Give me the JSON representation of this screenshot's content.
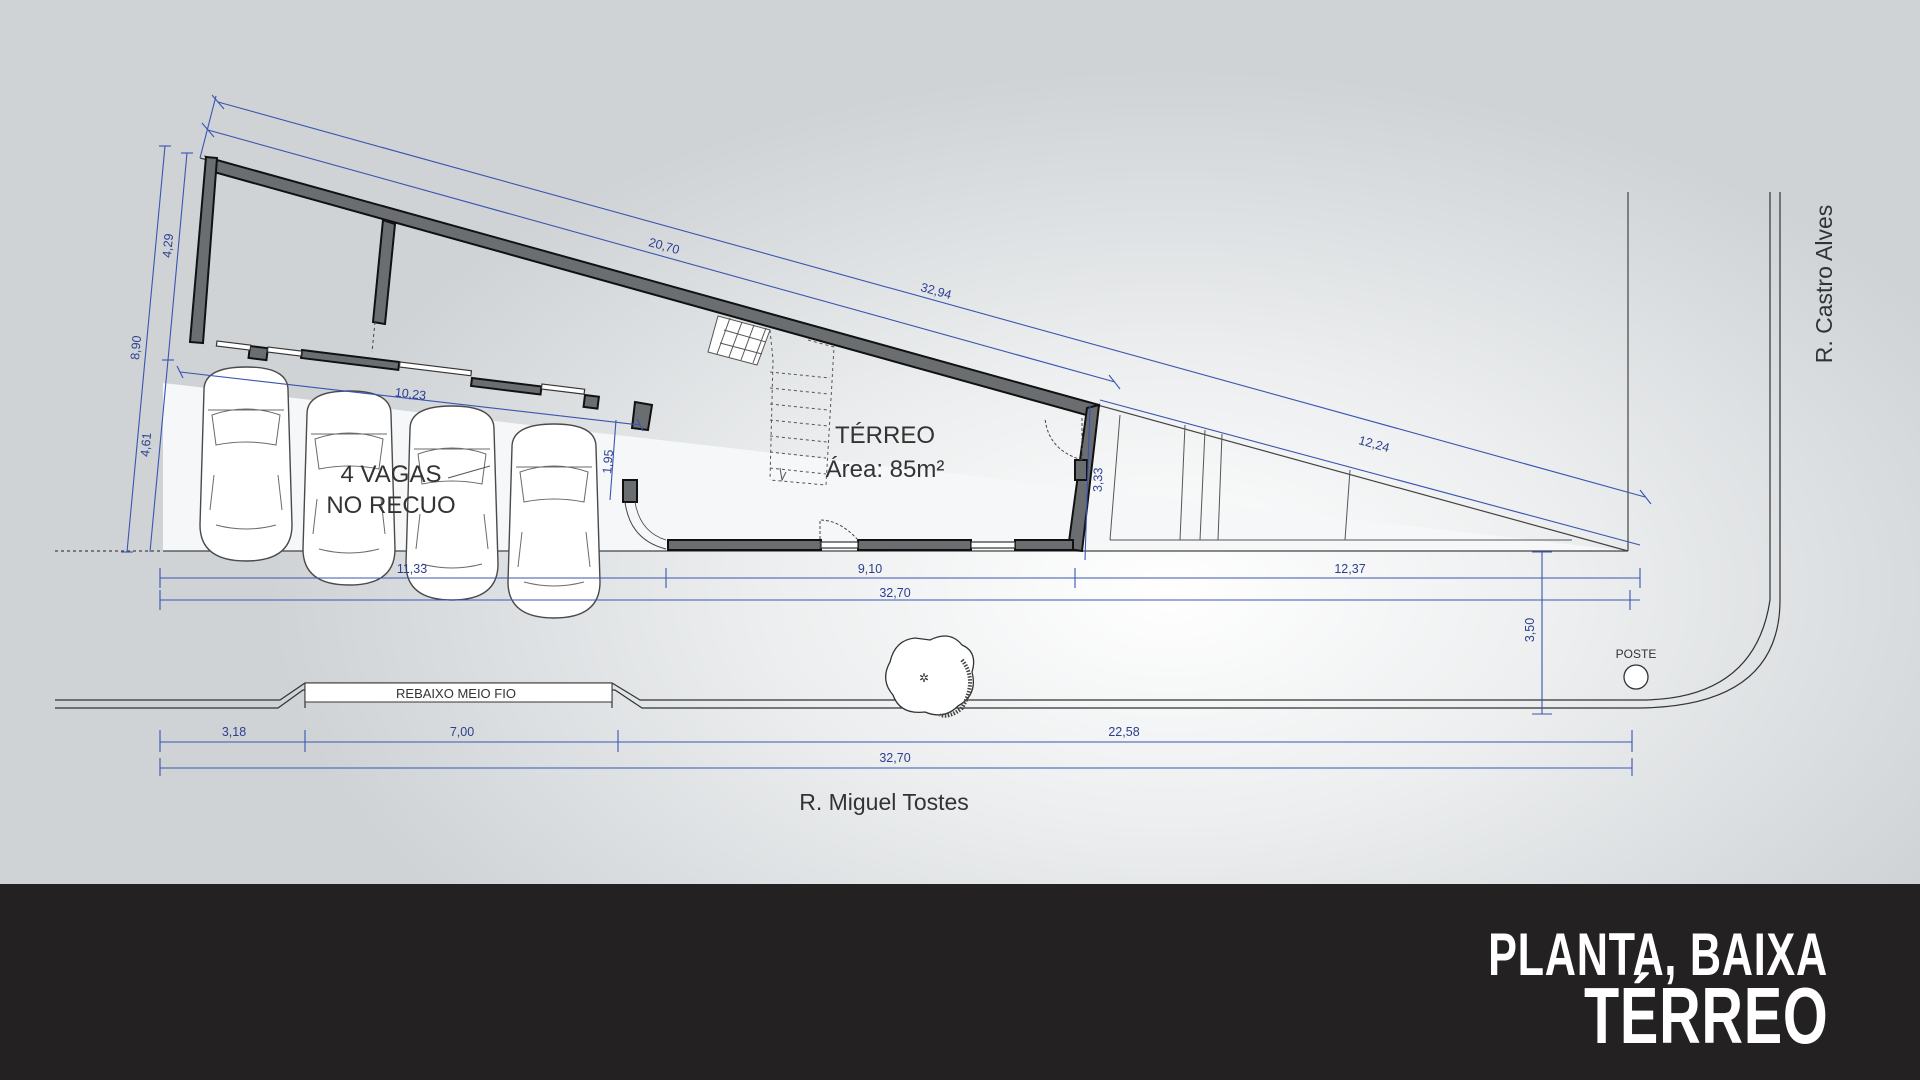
{
  "title": {
    "line1": "PLANTA, BAIXA",
    "line2": "TÉRREO"
  },
  "room": {
    "name": "TÉRREO",
    "area": "Área: 85m²"
  },
  "parking": {
    "line1": "4 VAGAS",
    "line2": "NO RECUO",
    "car_count": 4
  },
  "streets": {
    "bottom": "R. Miguel Tostes",
    "right": "R. Castro Alves"
  },
  "annotations": {
    "curb": "REBAIXO MEIO FIO",
    "pole": "POSTE"
  },
  "dimensions": {
    "lot_diagonal": "32,94",
    "building_diagonal": "20,70",
    "rear_diagonal": "12,24",
    "left_top": "4,29",
    "left_total": "8,90",
    "left_bottom": "4,61",
    "garage_width": "10,23",
    "garage_front": "11,33",
    "garage_depth": "1,95",
    "building_front": "9,10",
    "side_depth": "3,33",
    "right_front": "12,37",
    "front_total": "32,70",
    "sidewalk": "3,50",
    "street_left": "3,18",
    "curb_width": "7,00",
    "street_right": "22,58",
    "street_total": "32,70"
  },
  "colors": {
    "wall": "#6b6e71",
    "dimension": "#3a55b0",
    "footer": "#232122"
  }
}
